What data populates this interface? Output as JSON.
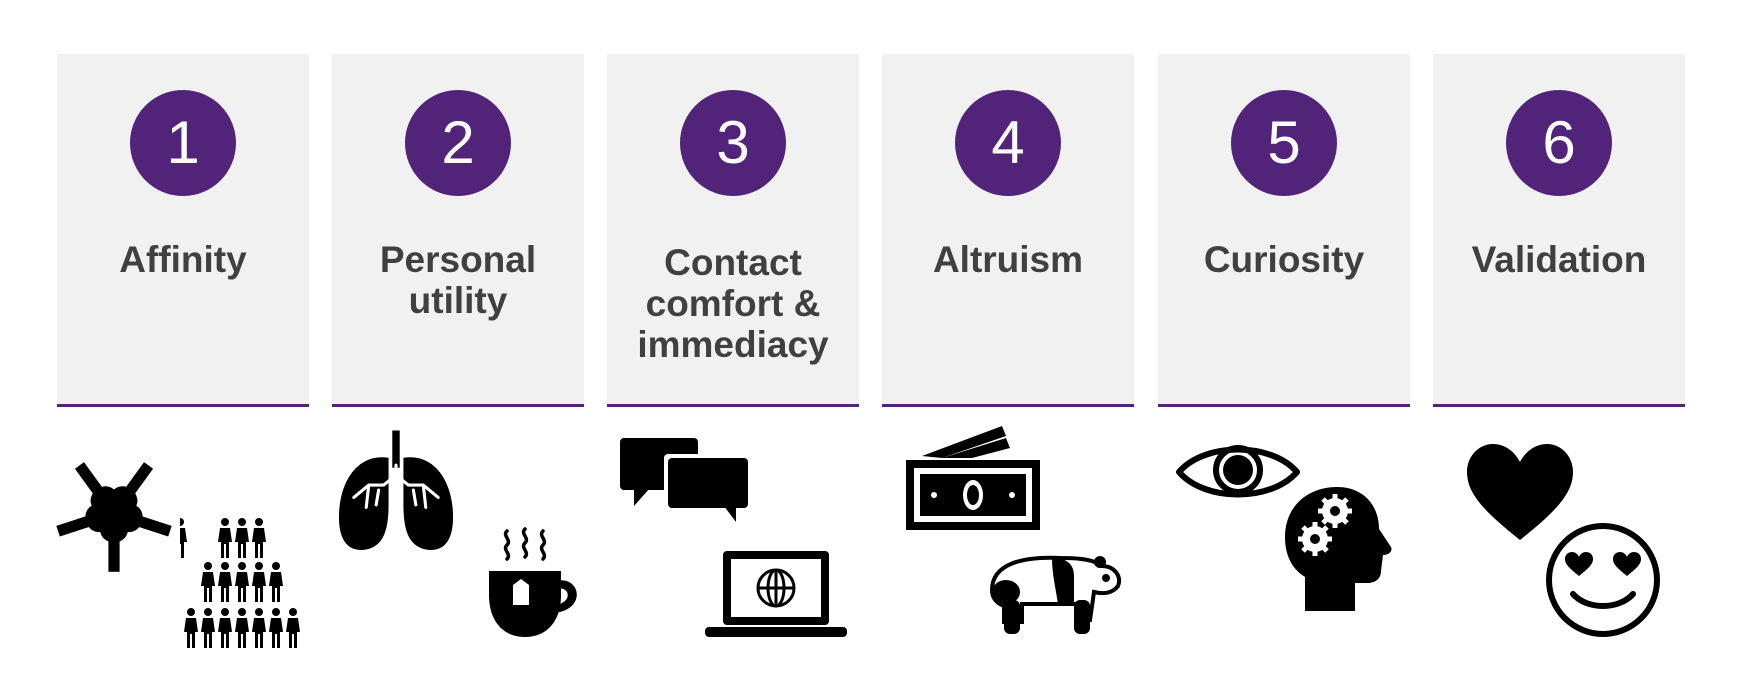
{
  "accent_color": "#51247a",
  "cards": [
    {
      "number": "1",
      "title_lines": [
        "Affinity"
      ],
      "icons": [
        "hands-circle-icon",
        "people-pyramid-icon"
      ]
    },
    {
      "number": "2",
      "title_lines": [
        "Personal",
        "utility"
      ],
      "icons": [
        "lungs-icon",
        "tea-cup-icon"
      ]
    },
    {
      "number": "3",
      "title_lines": [
        "Contact",
        "comfort &",
        "immediacy"
      ],
      "icons": [
        "chat-bubbles-icon",
        "laptop-globe-icon"
      ]
    },
    {
      "number": "4",
      "title_lines": [
        "Altruism"
      ],
      "icons": [
        "money-icon",
        "panda-icon"
      ]
    },
    {
      "number": "5",
      "title_lines": [
        "Curiosity"
      ],
      "icons": [
        "eye-icon",
        "head-gears-icon"
      ]
    },
    {
      "number": "6",
      "title_lines": [
        "Validation"
      ],
      "icons": [
        "heart-icon",
        "heart-eyes-smiley-icon"
      ]
    }
  ]
}
